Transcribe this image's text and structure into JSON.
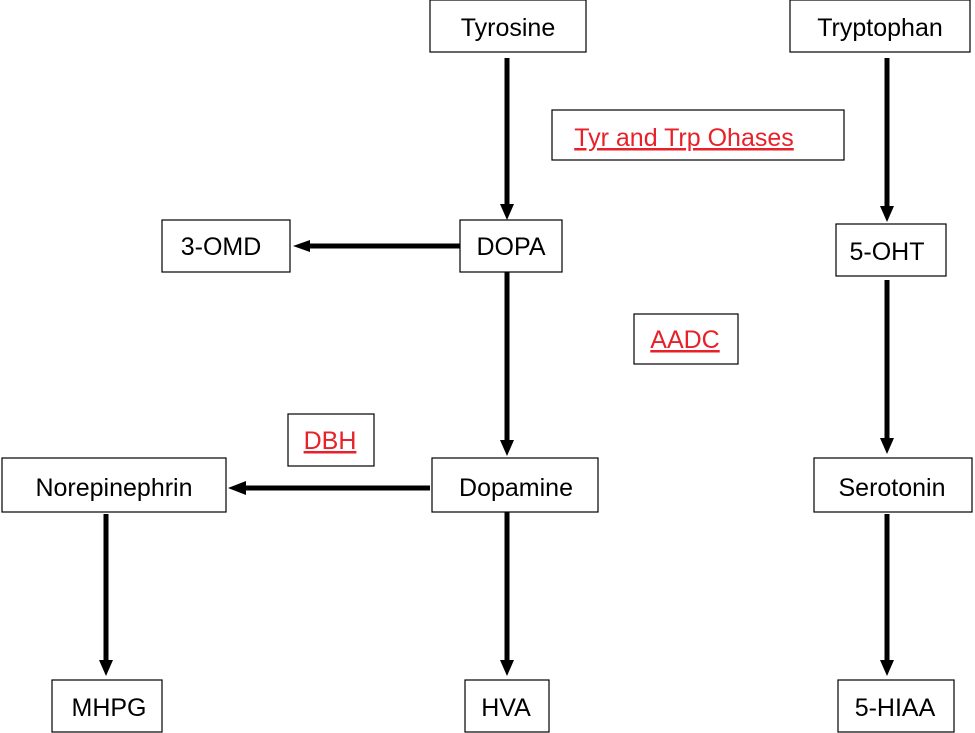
{
  "nodes": {
    "tyrosine": "Tyrosine",
    "tryptophan": "Tryptophan",
    "dopa": "DOPA",
    "three_omd": "3-OMD",
    "five_oht": "5-OHT",
    "dopamine": "Dopamine",
    "norepinephrin": "Norepinephrin",
    "serotonin": "Serotonin",
    "mhpg": "MHPG",
    "hva": "HVA",
    "five_hiaa": "5-HIAA"
  },
  "enzymes": {
    "tyr_trp_ohases": "Tyr and Trp Ohases",
    "aadc": "AADC",
    "dbh": "DBH"
  },
  "colors": {
    "enzyme_text": "#e8202a",
    "node_text": "#000000",
    "arrow": "#000000"
  }
}
